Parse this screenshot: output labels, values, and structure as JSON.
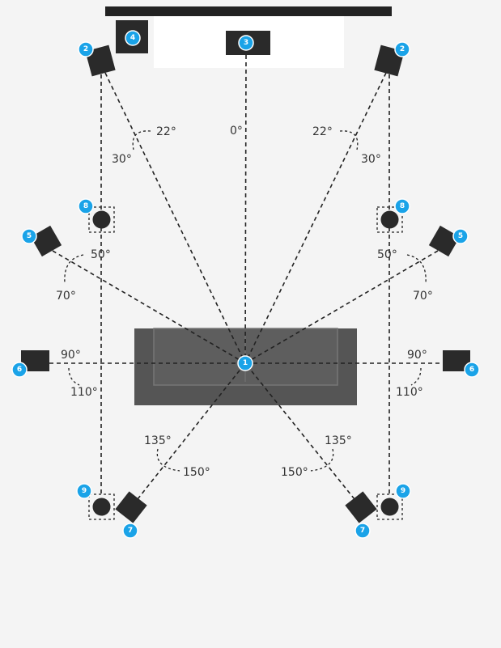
{
  "diagram": {
    "title": "9.1 surround speaker layout",
    "colors": {
      "background": "#f4f4f4",
      "speaker": "#2a2a2a",
      "badge": "#1aa3e8",
      "sofa": "#555555",
      "tv": "#222222"
    },
    "badges": {
      "listener": "1",
      "front_left": "2",
      "front_right": "2",
      "center": "3",
      "subwoofer": "4",
      "side_front_left": "5",
      "side_front_right": "5",
      "side_left": "6",
      "side_right": "6",
      "rear_left": "7",
      "rear_right": "7",
      "height_front_left": "8",
      "height_front_right": "8",
      "height_rear_left": "9",
      "height_rear_right": "9"
    },
    "angles": {
      "center": "0°",
      "front_left_min": "22°",
      "front_left_max": "30°",
      "front_right_min": "22°",
      "front_right_max": "30°",
      "side_front_left_min": "50°",
      "side_front_left_max": "70°",
      "side_front_right_min": "50°",
      "side_front_right_max": "70°",
      "side_left_min": "90°",
      "side_left_max": "110°",
      "side_right_min": "90°",
      "side_right_max": "110°",
      "rear_left_min": "135°",
      "rear_left_max": "150°",
      "rear_right_min": "135°",
      "rear_right_max": "150°"
    }
  }
}
